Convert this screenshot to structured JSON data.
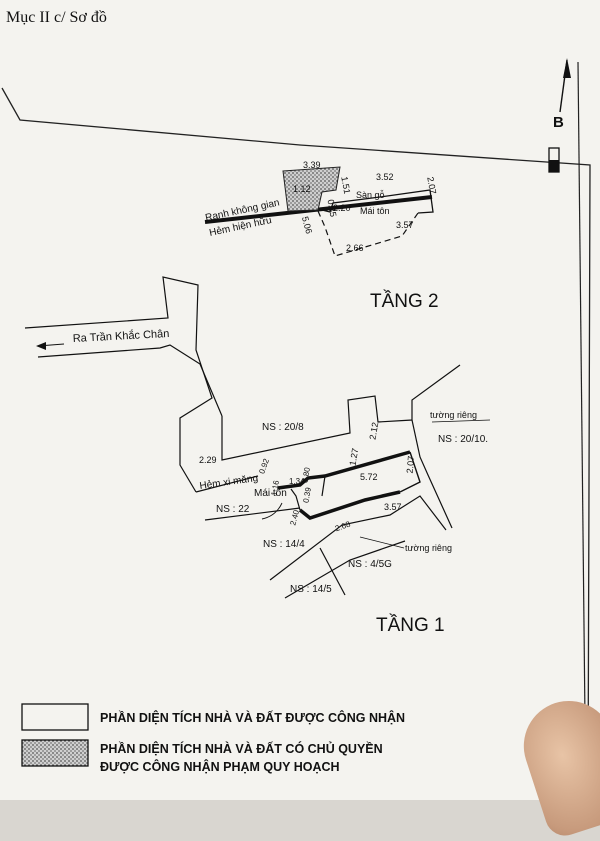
{
  "header": {
    "section_title": "Mục II c/ Sơ đồ"
  },
  "compass": {
    "north_label": "B"
  },
  "floor2": {
    "title": "TẦNG 2",
    "labels": {
      "ranh": "Ranh không gian",
      "hem": "Hẻm hiện hữu",
      "san_go": "Sàn gỗ",
      "mai_ton": "Mái tôn"
    },
    "dims": {
      "d339": "3.39",
      "d112": "1.12",
      "d151": "1.51",
      "d035": "0.35",
      "d220": "2.20",
      "d352": "3.52",
      "d207": "2.07",
      "d506": "5.06",
      "d357": "3.57",
      "d266": "2.66"
    }
  },
  "floor1": {
    "title": "TẦNG 1",
    "labels": {
      "ra_tran": "Ra Trần Khắc Chân",
      "ns_20_8": "NS : 20/8",
      "ns_20_10": "NS : 20/10.",
      "tuong_rieng_top": "tường riêng",
      "tuong_rieng_bottom": "tường riêng",
      "hem_xi_mang": "Hẻm xi măng",
      "mai_ton": "Mái tôn",
      "ns_22": "NS : 22",
      "ns_14_4": "NS : 14/4",
      "ns_4_5g": "NS : 4/5G",
      "ns_14_5": "NS : 14/5"
    },
    "dims": {
      "d229": "2.29",
      "d212": "2.12",
      "d127": "1.27",
      "d572": "5.72",
      "d207": "2.07",
      "d134": "1.34",
      "d080": "0.80",
      "d039": "0.39",
      "d092": "0.92",
      "d116": "1.16",
      "d240": "2.40",
      "d268": "2.68",
      "d357": "3.57"
    }
  },
  "legend": {
    "recognized": "PHẦN DIỆN TÍCH NHÀ VÀ ĐẤT ĐƯỢC CÔNG NHẬN",
    "planning_line1": "PHẦN DIỆN TÍCH NHÀ VÀ ĐẤT CÓ CHỦ QUYỀN",
    "planning_line2": "ĐƯỢC CÔNG NHẬN PHẠM QUY HOẠCH"
  }
}
